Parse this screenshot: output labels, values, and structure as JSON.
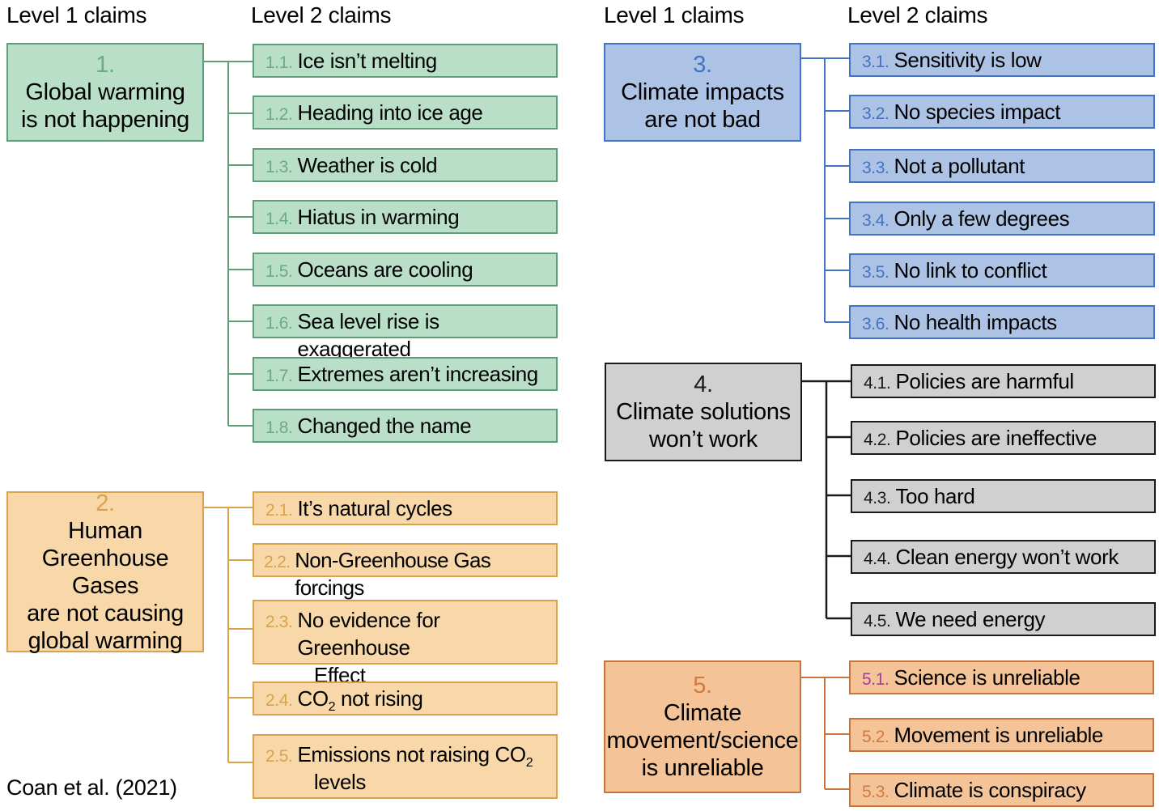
{
  "headers": {
    "left_level1": "Level 1 claims",
    "left_level2": "Level 2 claims",
    "right_level1": "Level 1 claims",
    "right_level2": "Level 2 claims"
  },
  "groups": [
    {
      "number": "1.",
      "title": "Global warming\nis not happening",
      "claims": [
        {
          "num": "1.1.",
          "text": "Ice isn’t melting"
        },
        {
          "num": "1.2.",
          "text": "Heading into ice age"
        },
        {
          "num": "1.3.",
          "text": "Weather is cold"
        },
        {
          "num": "1.4.",
          "text": "Hiatus in warming"
        },
        {
          "num": "1.5.",
          "text": "Oceans are cooling"
        },
        {
          "num": "1.6.",
          "text": "Sea level rise is exaggerated"
        },
        {
          "num": "1.7.",
          "text": "Extremes aren’t increasing"
        },
        {
          "num": "1.8.",
          "text": "Changed the name"
        }
      ]
    },
    {
      "number": "2.",
      "title": "Human\nGreenhouse Gases\nare not causing\nglobal warming",
      "claims": [
        {
          "num": "2.1.",
          "text": "It’s natural cycles"
        },
        {
          "num": "2.2.",
          "text": "Non-Greenhouse Gas forcings"
        },
        {
          "num": "2.3.",
          "text": "No evidence for Greenhouse\n   Effect"
        },
        {
          "num": "2.4.",
          "text": "CO",
          "sub": "2",
          "after": " not rising"
        },
        {
          "num": "2.5.",
          "text": "Emissions not raising CO",
          "sub": "2",
          "after": "\n   levels"
        }
      ]
    },
    {
      "number": "3.",
      "title": "Climate impacts\nare not bad",
      "claims": [
        {
          "num": "3.1.",
          "text": "Sensitivity is low"
        },
        {
          "num": "3.2.",
          "text": "No species impact"
        },
        {
          "num": "3.3.",
          "text": "Not a pollutant"
        },
        {
          "num": "3.4.",
          "text": "Only a few degrees"
        },
        {
          "num": "3.5.",
          "text": "No link to conflict"
        },
        {
          "num": "3.6.",
          "text": "No health impacts"
        }
      ]
    },
    {
      "number": "4.",
      "title": "Climate solutions\nwon’t work",
      "claims": [
        {
          "num": "4.1.",
          "text": "Policies are harmful"
        },
        {
          "num": "4.2.",
          "text": "Policies are ineffective"
        },
        {
          "num": "4.3.",
          "text": "Too hard"
        },
        {
          "num": "4.4.",
          "text": "Clean energy won’t work"
        },
        {
          "num": "4.5.",
          "text": "We need energy"
        }
      ]
    },
    {
      "number": "5.",
      "title": "Climate\nmovement/science\nis unreliable",
      "claims": [
        {
          "num": "5.1.",
          "text": "Science is unreliable"
        },
        {
          "num": "5.2.",
          "text": "Movement is unreliable"
        },
        {
          "num": "5.3.",
          "text": "Climate is conspiracy"
        }
      ]
    }
  ],
  "colors": {
    "group1": {
      "fill": "#b9dfc9",
      "stroke": "#5f9c78",
      "number": "#6aaa86"
    },
    "group2": {
      "fill": "#f8d8a8",
      "stroke": "#d9a24c",
      "number": "#d9a24c"
    },
    "group3": {
      "fill": "#adc3e6",
      "stroke": "#4472c4",
      "number": "#4472c4"
    },
    "group4": {
      "fill": "#d0d0d0",
      "stroke": "#1a1a1a",
      "number": "#1a1a1a"
    },
    "group5": {
      "fill": "#f4c498",
      "stroke": "#c8753c",
      "number": "#d07a3c"
    },
    "claim_5_1_number": "#a0409a"
  },
  "citation": "Coan et al. (2021)"
}
